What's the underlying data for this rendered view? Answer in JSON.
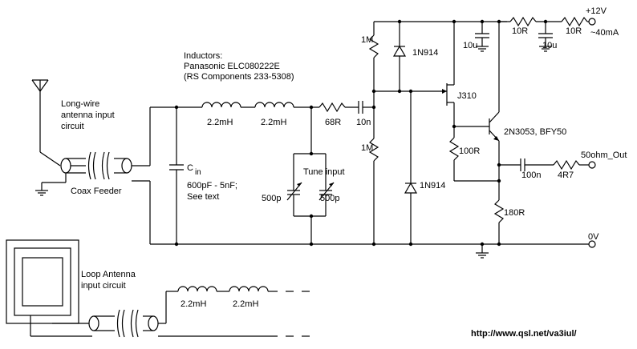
{
  "labels": {
    "inductors_title": "Inductors:",
    "inductors_part": "Panasonic ELC080222E",
    "inductors_rs": "(RS Components 233-5308)",
    "longwire_1": "Long-wire",
    "longwire_2": "antenna input",
    "longwire_3": "circuit",
    "coax_feeder": "Coax Feeder",
    "l1": "2.2mH",
    "l2": "2.2mH",
    "r68": "68R",
    "c10n": "10n",
    "cin_c": "C",
    "cin_sub": "in",
    "cin_range": "600pF - 5nF;",
    "cin_see": "See text",
    "tune_input": "Tune input",
    "c500a": "500p",
    "c500b": "500p",
    "r1m_top": "1M",
    "r1m_bot": "1M",
    "d1": "1N914",
    "d2": "1N914",
    "c10u_a": "10u",
    "c10u_b": "10u",
    "j310": "J310",
    "r100": "100R",
    "transistor": "2N3053, BFY50",
    "r10_a": "10R",
    "r10_b": "10R",
    "supply_v": "+12V",
    "supply_i": "~40mA",
    "out": "50ohm_Out",
    "c100n": "100n",
    "r4r7": "4R7",
    "r180": "180R",
    "zero_v": "0V",
    "loop_1": "Loop Antenna",
    "loop_2": "input circuit",
    "l3": "2.2mH",
    "l4": "2.2mH",
    "url": "http://www.qsl.net/va3iul/"
  }
}
